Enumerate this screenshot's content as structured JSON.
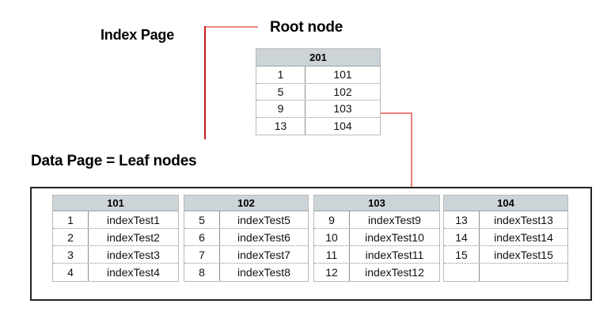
{
  "labels": {
    "index_page": "Index Page",
    "root_node": "Root node",
    "data_page": "Data Page = Leaf nodes"
  },
  "colors": {
    "header_fill": "#ccd4d8",
    "connector_red": "#cc0000",
    "connector_light_red": "#ef8a85",
    "frame_black": "#222222",
    "text": "#000000"
  },
  "root_node": {
    "page_id": "201",
    "rows": [
      {
        "key": "1",
        "value": "101"
      },
      {
        "key": "5",
        "value": "102"
      },
      {
        "key": "9",
        "value": "103"
      },
      {
        "key": "13",
        "value": "104"
      }
    ]
  },
  "leaf_nodes": [
    {
      "page_id": "101",
      "rows": [
        {
          "key": "1",
          "value": "indexTest1"
        },
        {
          "key": "2",
          "value": "indexTest2"
        },
        {
          "key": "3",
          "value": "indexTest3"
        },
        {
          "key": "4",
          "value": "indexTest4"
        }
      ]
    },
    {
      "page_id": "102",
      "rows": [
        {
          "key": "5",
          "value": "indexTest5"
        },
        {
          "key": "6",
          "value": "indexTest6"
        },
        {
          "key": "7",
          "value": "indexTest7"
        },
        {
          "key": "8",
          "value": "indexTest8"
        }
      ]
    },
    {
      "page_id": "103",
      "rows": [
        {
          "key": "9",
          "value": "indexTest9"
        },
        {
          "key": "10",
          "value": "indexTest10"
        },
        {
          "key": "11",
          "value": "indexTest11"
        },
        {
          "key": "12",
          "value": "indexTest12"
        }
      ]
    },
    {
      "page_id": "104",
      "rows": [
        {
          "key": "13",
          "value": "indexTest13"
        },
        {
          "key": "14",
          "value": "indexTest14"
        },
        {
          "key": "15",
          "value": "indexTest15"
        },
        {
          "key": "",
          "value": ""
        }
      ]
    }
  ]
}
